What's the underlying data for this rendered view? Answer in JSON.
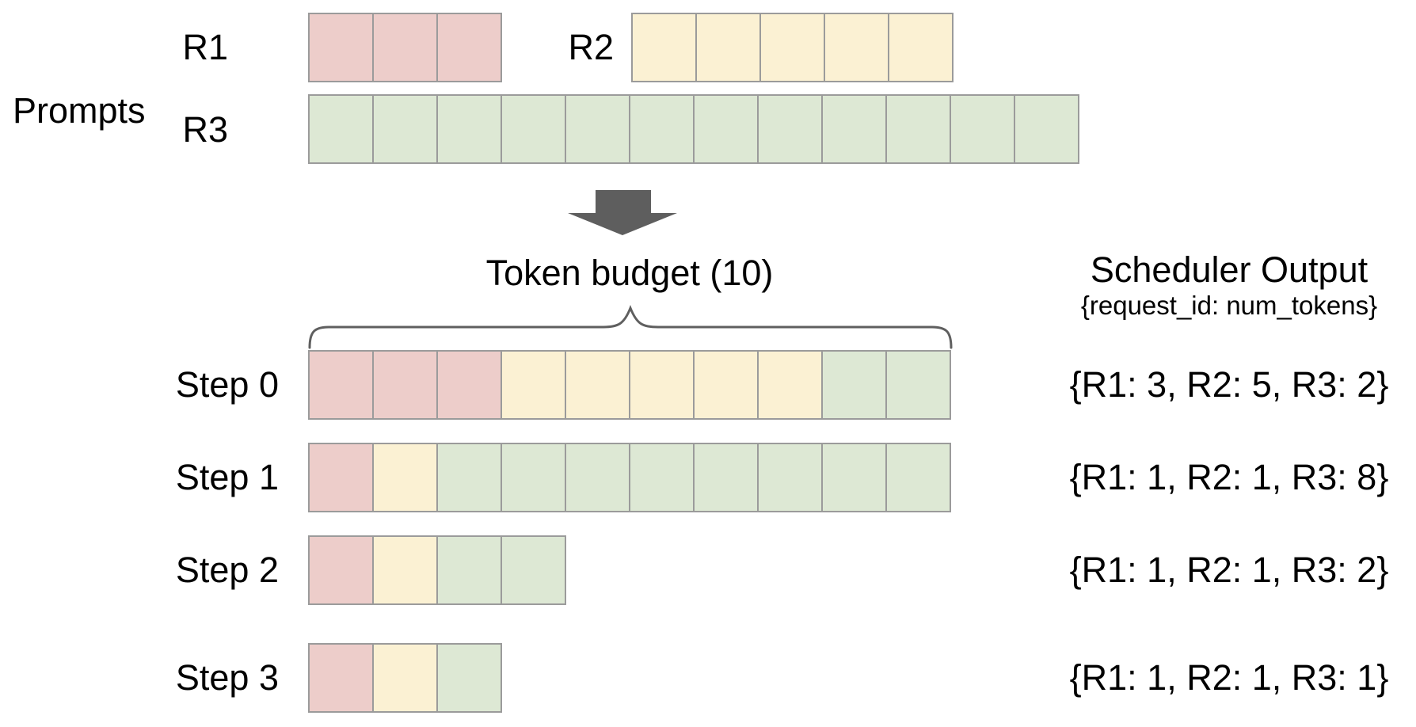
{
  "colors": {
    "r1": "#edcdca",
    "r2": "#fbf1d3",
    "r3": "#dde8d4",
    "cell_border": "#9b9b9b",
    "arrow": "#5e5e5e",
    "brace": "#5f5f5f",
    "text": "#000000"
  },
  "prompts": {
    "section_label": "Prompts",
    "rows": [
      {
        "id": "R1",
        "label": "R1",
        "cells": 3
      },
      {
        "id": "R2",
        "label": "R2",
        "cells": 5
      },
      {
        "id": "R3",
        "label": "R3",
        "cells": 12
      }
    ]
  },
  "token_budget": {
    "label": "Token budget (10)",
    "budget": 10
  },
  "scheduler_output": {
    "title": "Scheduler Output",
    "subtitle": "{request_id: num_tokens}"
  },
  "steps": [
    {
      "label": "Step 0",
      "allocations": [
        {
          "request": "R1",
          "tokens": 3
        },
        {
          "request": "R2",
          "tokens": 5
        },
        {
          "request": "R3",
          "tokens": 2
        }
      ],
      "output": "{R1: 3, R2: 5, R3: 2}"
    },
    {
      "label": "Step 1",
      "allocations": [
        {
          "request": "R1",
          "tokens": 1
        },
        {
          "request": "R2",
          "tokens": 1
        },
        {
          "request": "R3",
          "tokens": 8
        }
      ],
      "output": "{R1: 1, R2: 1, R3: 8}"
    },
    {
      "label": "Step 2",
      "allocations": [
        {
          "request": "R1",
          "tokens": 1
        },
        {
          "request": "R2",
          "tokens": 1
        },
        {
          "request": "R3",
          "tokens": 2
        }
      ],
      "output": "{R1: 1, R2: 1, R3: 2}"
    },
    {
      "label": "Step 3",
      "allocations": [
        {
          "request": "R1",
          "tokens": 1
        },
        {
          "request": "R2",
          "tokens": 1
        },
        {
          "request": "R3",
          "tokens": 1
        }
      ],
      "output": "{R1: 1, R2: 1, R3: 1}"
    }
  ]
}
